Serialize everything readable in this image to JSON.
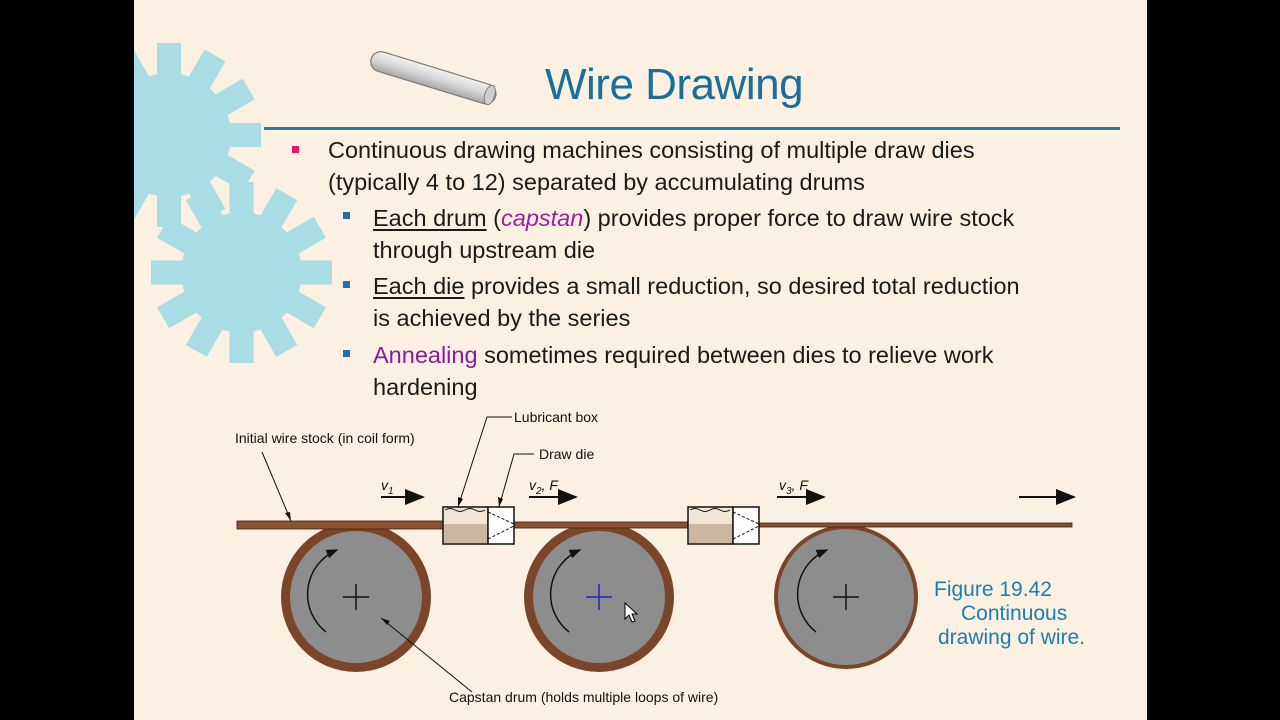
{
  "slide": {
    "title": "Wire Drawing",
    "bullets": [
      {
        "line1": "Continuous drawing machines consisting of multiple draw dies",
        "line2": "(typically 4 to 12) separated by accumulating drums"
      }
    ],
    "sub_bullets": [
      {
        "underlined": "Each drum",
        "paren_open": " (",
        "highlight": "capstan",
        "rest_line1": ") provides proper force to draw wire stock",
        "line2": "through upstream die"
      },
      {
        "underlined": "Each die",
        "rest_line1": " provides a small reduction, so desired total reduction",
        "line2": "is achieved by the series"
      },
      {
        "highlight": "Annealing",
        "rest_line1": " sometimes required between dies to relieve work",
        "line2": "hardening"
      }
    ]
  },
  "figure": {
    "labels": {
      "initial_stock": "Initial wire stock (in coil form)",
      "lubricant_box": "Lubricant box",
      "draw_die": "Draw die",
      "capstan_drum": "Capstan drum (holds multiple loops of wire)"
    },
    "velocity_labels": [
      {
        "v": "v",
        "sub": "1",
        "suffix": ""
      },
      {
        "v": "v",
        "sub": "2",
        "suffix": ", F"
      },
      {
        "v": "v",
        "sub": "3",
        "suffix": ", F"
      }
    ],
    "caption": {
      "line1": "Figure 19.42",
      "line2": "Continuous",
      "line3": "drawing  of wire."
    }
  },
  "colors": {
    "slide_bg": "#fbf0e1",
    "title": "#1a6f9a",
    "gear": "#a9dde3",
    "drum_ring": "#7a4528",
    "drum_fill": "#8d8d8d",
    "caption": "#1a7fb0"
  }
}
